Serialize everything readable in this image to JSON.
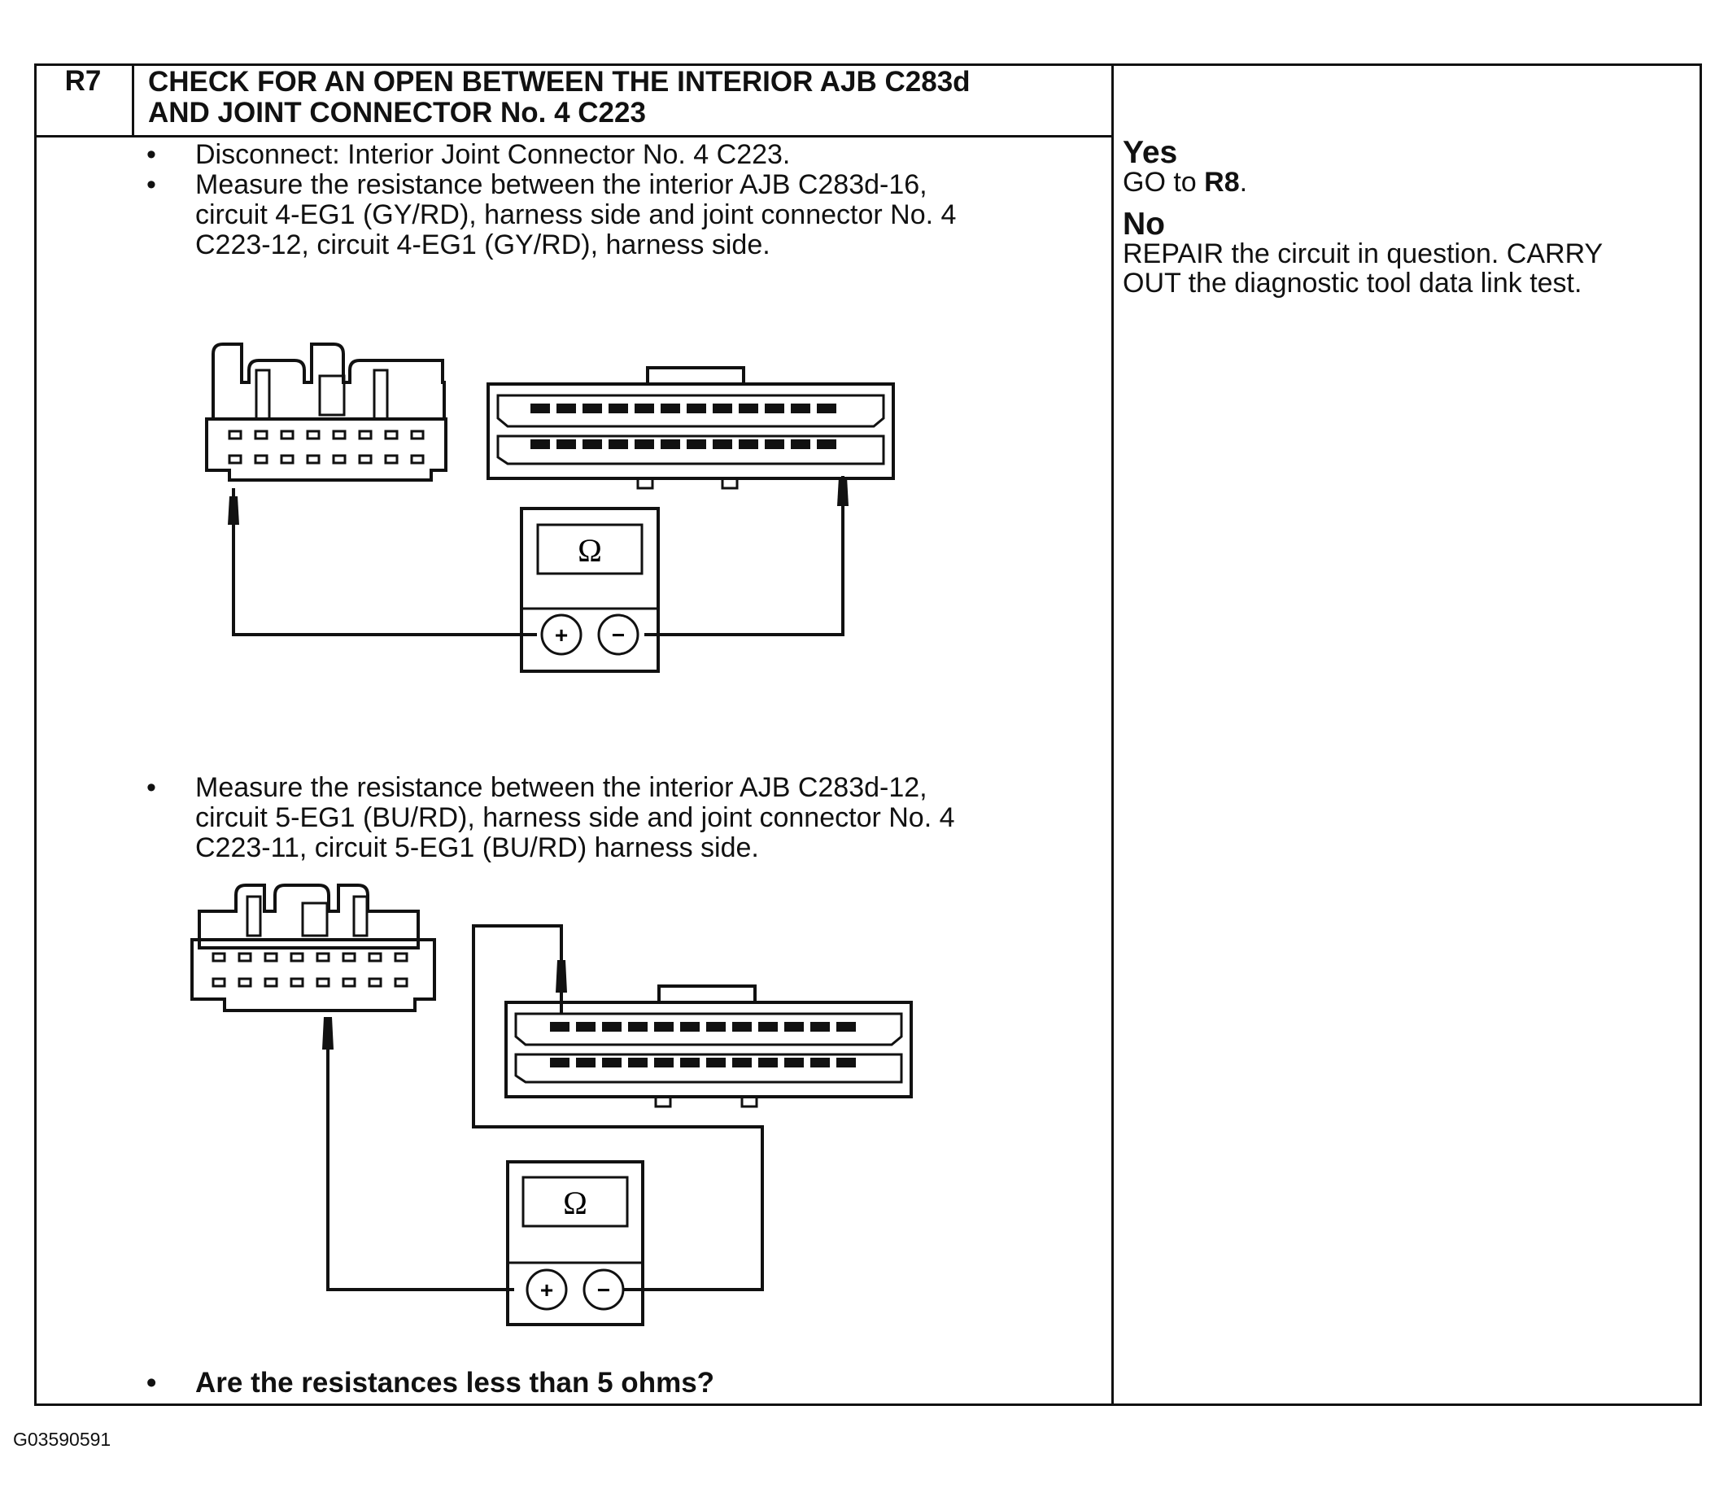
{
  "step": {
    "id": "R7",
    "title_line1": "CHECK FOR AN OPEN BETWEEN THE INTERIOR AJB C283d",
    "title_line2": "AND JOINT CONNECTOR No. 4 C223"
  },
  "actions": {
    "bullet1": "Disconnect: Interior Joint Connector No. 4 C223.",
    "bullet2_line1": "Measure the resistance between the interior AJB C283d-16,",
    "bullet2_line2": "circuit 4-EG1 (GY/RD), harness side and joint connector No. 4",
    "bullet2_line3": "C223-12, circuit 4-EG1 (GY/RD), harness side.",
    "bullet3_line1": "Measure the resistance between the interior AJB C283d-12,",
    "bullet3_line2": "circuit 5-EG1 (BU/RD), harness side and joint connector No. 4",
    "bullet3_line3": "C223-11, circuit 5-EG1 (BU/RD)  harness side.",
    "question": "Are the resistances less than 5 ohms?"
  },
  "results": {
    "yes_label": "Yes",
    "yes_text_prefix": "GO to ",
    "yes_target": "R8",
    "yes_text_suffix": ".",
    "no_label": "No",
    "no_line1": "REPAIR the circuit in question. CARRY",
    "no_line2": "OUT the diagnostic tool data link test."
  },
  "diagrams": {
    "meter_symbol": "Ω",
    "plus_symbol": "+",
    "minus_symbol": "−"
  },
  "figure_id": "G03590591"
}
